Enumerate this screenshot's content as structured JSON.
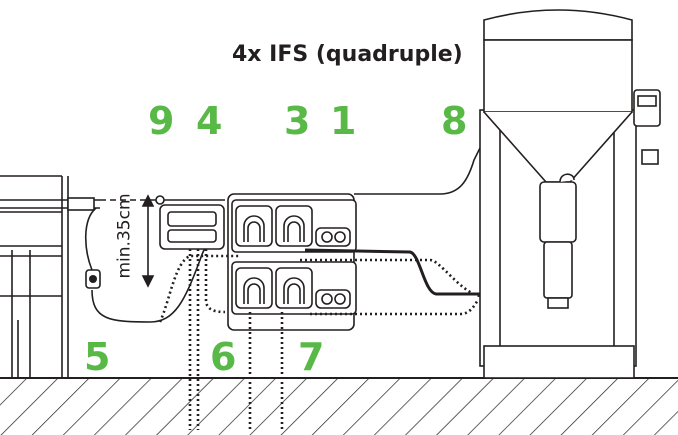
{
  "title": "4x IFS (quadruple)",
  "dimension_label": "min.35cm",
  "callouts": {
    "c9": "9",
    "c4": "4",
    "c3": "3",
    "c1": "1",
    "c8": "8",
    "c5": "5",
    "c6": "6",
    "c7": "7"
  },
  "colors": {
    "callout": "#58b947",
    "line": "#231f20"
  }
}
